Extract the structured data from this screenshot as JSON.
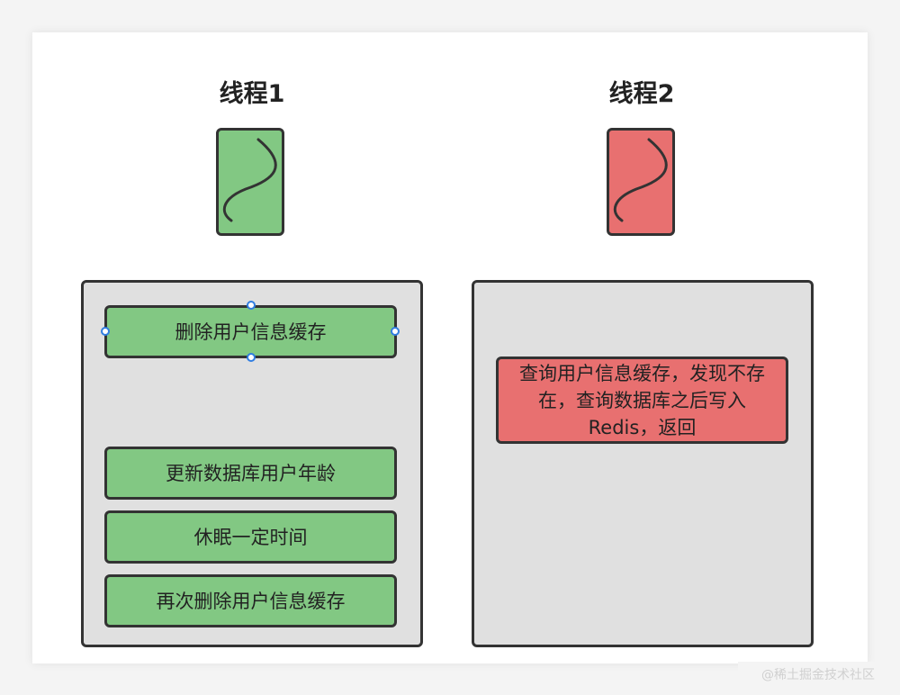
{
  "thread1": {
    "title": "线程1",
    "icon_color": "#82c883",
    "steps": [
      "删除用户信息缓存",
      "更新数据库用户年龄",
      "休眠一定时间",
      "再次删除用户信息缓存"
    ]
  },
  "thread2": {
    "title": "线程2",
    "icon_color": "#e87070",
    "steps": [
      "查询用户信息缓存，发现不存在，查询数据库之后写入Redis，返回"
    ]
  },
  "colors": {
    "green": "#82c883",
    "red": "#e87070",
    "panel": "#e0e0e0",
    "stroke": "#333333",
    "handle": "#2f7de1"
  },
  "watermark": "@稀土掘金技术社区"
}
